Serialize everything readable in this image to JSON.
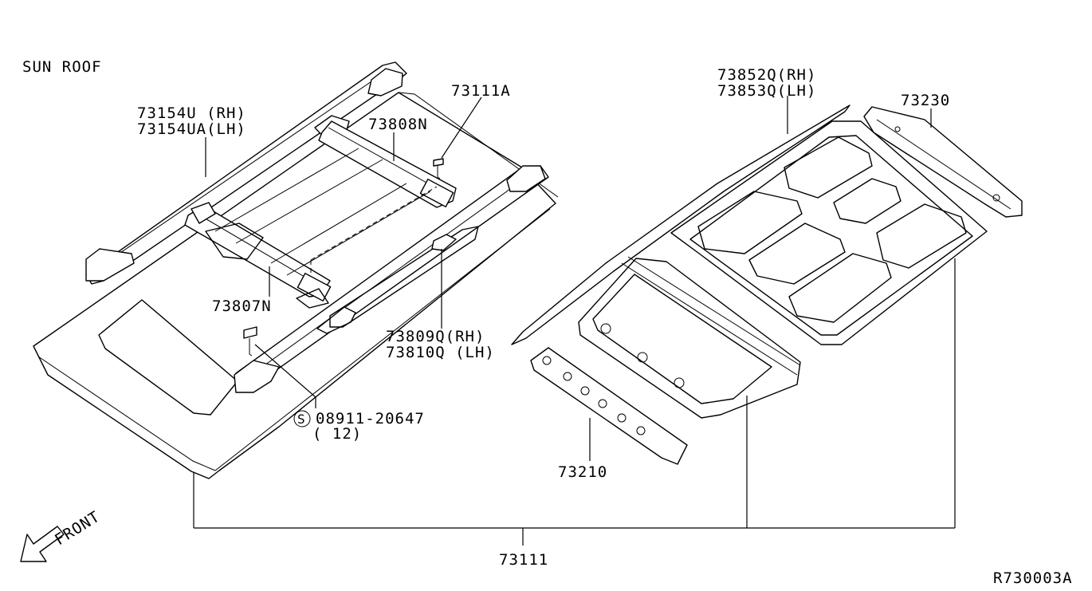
{
  "title": "SUN ROOF",
  "front_label": "FRONT",
  "figure_code": "R730003A",
  "parts": {
    "rail_rh": "73154U (RH)",
    "rail_lh": "73154UA(LH)",
    "clip": "73111A",
    "crossbar_rear": "73808N",
    "crossbar_front": "73807N",
    "cover_rh": "73809Q(RH)",
    "cover_lh": "73810Q (LH)",
    "screw_symbol": "S",
    "screw_part": "08911-20647",
    "screw_qty": "( 12)",
    "bow_front": "73210",
    "roof_assembly": "73111",
    "weatherstrip_rh": "73852Q(RH)",
    "weatherstrip_lh": "73853Q(LH)",
    "rail_rear": "73230"
  }
}
